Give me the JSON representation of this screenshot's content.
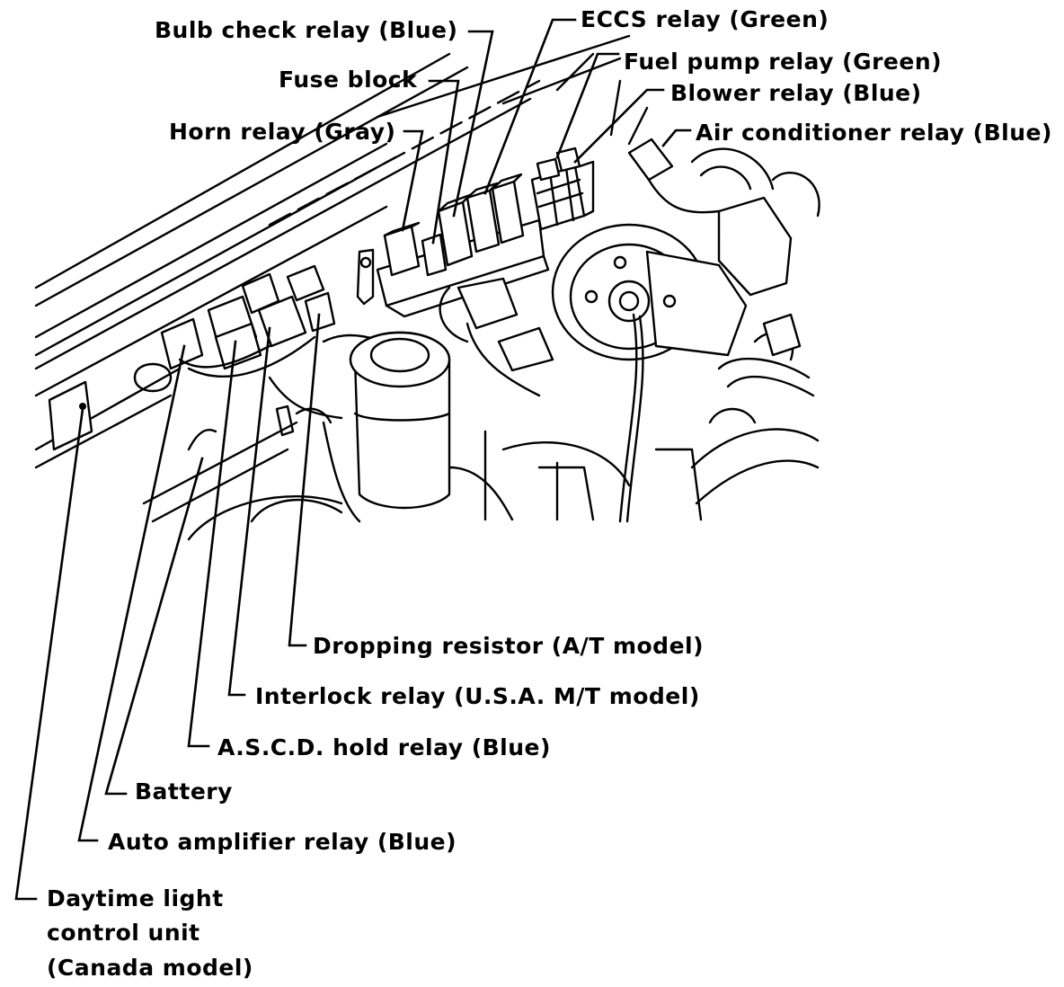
{
  "labels": {
    "bulb_check_relay": "Bulb check relay (Blue)",
    "eccs_relay": "ECCS relay (Green)",
    "fuel_pump_relay": "Fuel pump relay (Green)",
    "fuse_block": "Fuse block",
    "blower_relay": "Blower relay (Blue)",
    "horn_relay": "Horn relay (Gray)",
    "air_conditioner_relay": "Air conditioner relay (Blue)",
    "dropping_resistor": "Dropping resistor (A/T model)",
    "interlock_relay": "Interlock relay (U.S.A. M/T model)",
    "ascd_hold_relay": "A.S.C.D. hold relay (Blue)",
    "battery": "Battery",
    "auto_amplifier_relay": "Auto amplifier relay (Blue)",
    "daytime_light_line1": "Daytime light",
    "daytime_light_line2": "control unit",
    "daytime_light_line3": "(Canada model)"
  },
  "colors": {
    "ink": "#000000",
    "paper": "#ffffff"
  }
}
